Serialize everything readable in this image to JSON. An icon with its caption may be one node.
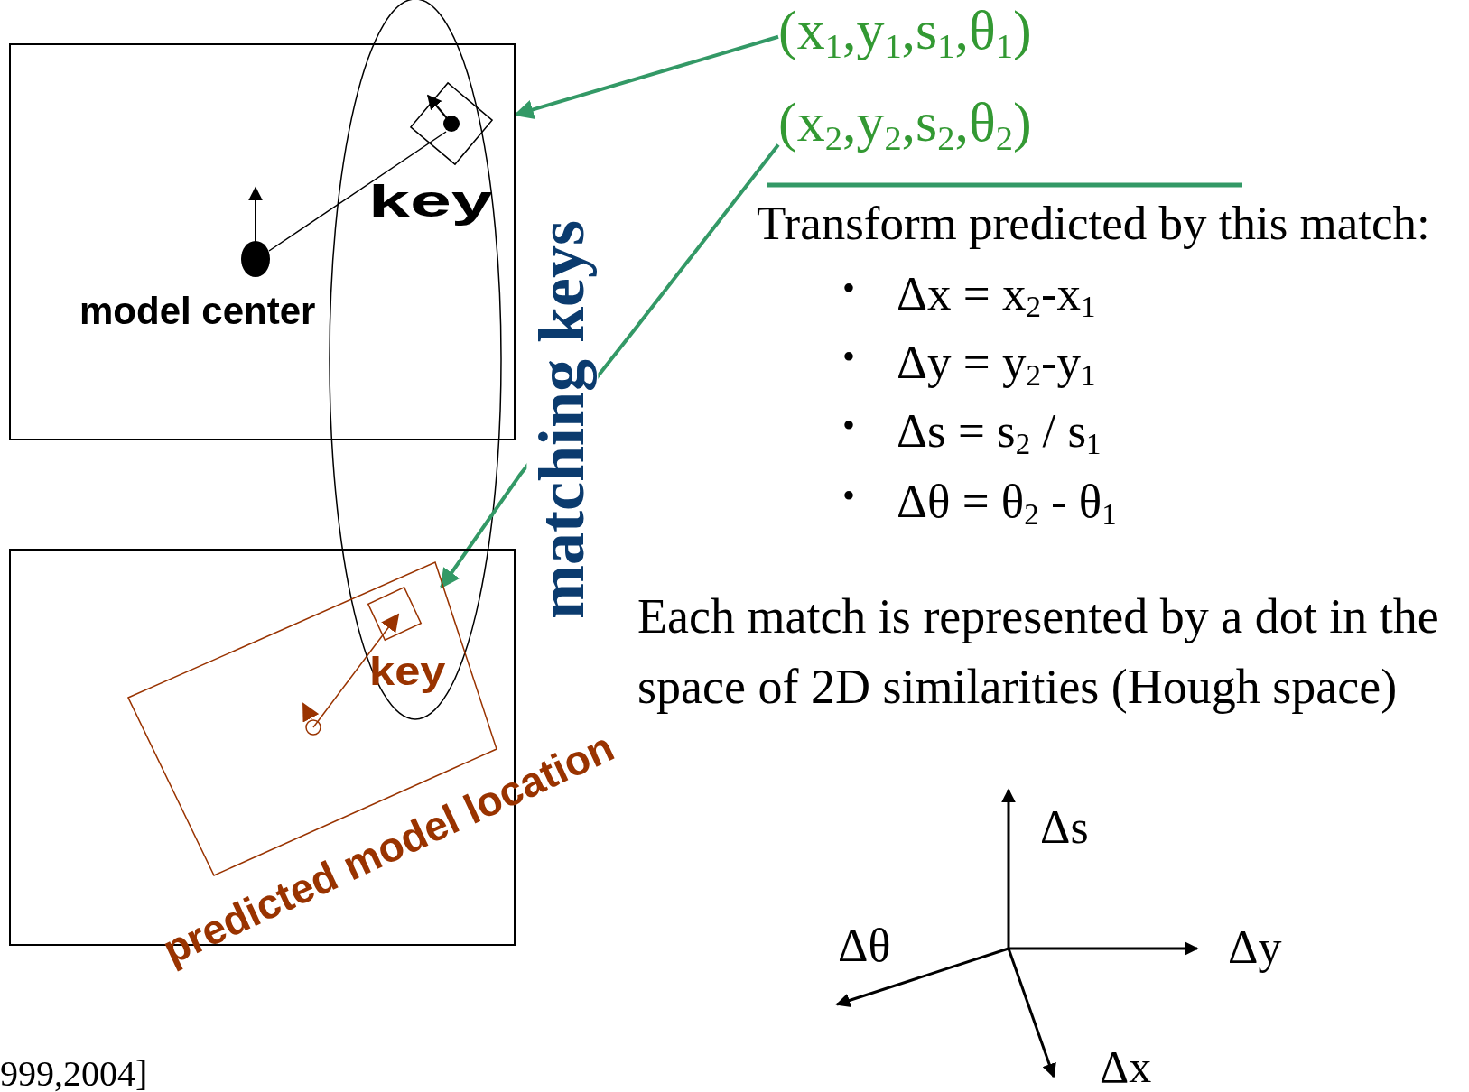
{
  "diagram": {
    "nodes": [
      {
        "text": [],
        "shape": "box"
      },
      {
        "text": [],
        "shape": "box"
      },
      {
        "text": [
          "(x$_{1}$,y$_{1}$,s$_{1}$,θ$_{1}$)"
        ]
      },
      {
        "text": [
          "(x$_{2}$,y$_{2}$,s$_{2}$,θ$_{2}$)"
        ]
      },
      {
        "text": [],
        "shape": "box",
        "in": 1
      }
    ],
    "edges": [
      {
        "from": 2,
        "to": 0,
        "arrow": "to"
      },
      {
        "from": 3,
        "to": 4,
        "arrow": "to"
      }
    ],
    "labels": [
      "key",
      "model center",
      "key",
      "predicted model location",
      "matching keys",
      "Transform predicted by this match:",
      "•",
      "Δx = x$_{2}$-x$_{1}$",
      "•",
      "Δy = y$_{2}$-y$_{1}$",
      "•",
      "Δs = s$_{2}$ / s$_{1}$",
      "•",
      "Δθ = θ$_{2}$ - θ$_{1}$",
      "Each match is represented by a dot in the space of 2D similarities (Hough space)",
      "Δs",
      "Δy",
      "Δθ",
      "Δx",
      "999,2004]"
    ]
  }
}
